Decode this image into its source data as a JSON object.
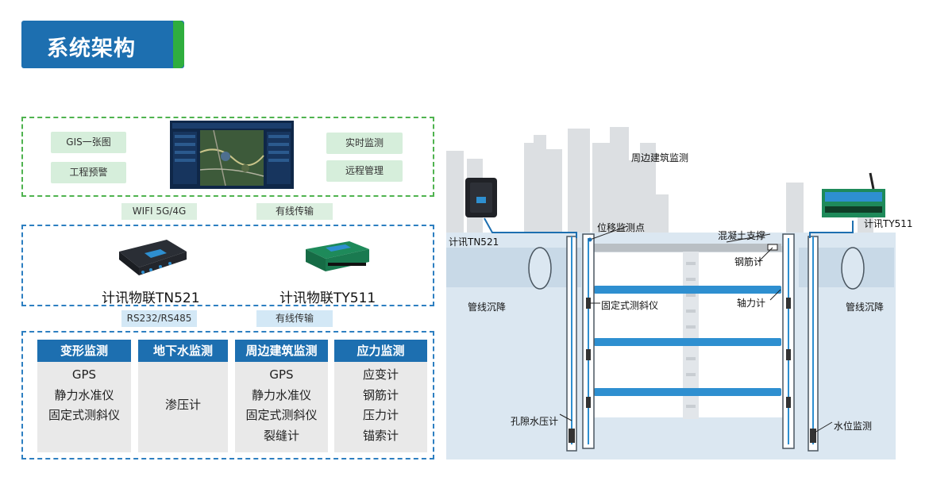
{
  "title": "系统架构",
  "platform": {
    "chips": [
      "GIS一张图",
      "工程预警",
      "实时监测",
      "远程管理"
    ]
  },
  "links": {
    "top_left": "WIFI 5G/4G",
    "top_right": "有线传输",
    "bottom_left": "RS232/RS485",
    "bottom_right": "有线传输"
  },
  "devices": {
    "tn521": "计讯物联TN521",
    "ty511": "计讯物联TY511"
  },
  "categories": [
    {
      "name": "变形监测",
      "items": [
        "GPS",
        "静力水准仪",
        "固定式测斜仪"
      ]
    },
    {
      "name": "地下水监测",
      "items": [
        "渗压计"
      ]
    },
    {
      "name": "周边建筑监测",
      "items": [
        "GPS",
        "静力水准仪",
        "固定式测斜仪",
        "裂缝计"
      ]
    },
    {
      "name": "应力监测",
      "items": [
        "应变计",
        "钢筋计",
        "压力计",
        "锚索计"
      ]
    }
  ],
  "diagram": {
    "building": "周边建筑监测",
    "tn521": "计讯TN521",
    "ty511": "计讯TY511",
    "displacement": "位移监测点",
    "concrete_strut": "混凝土支撑",
    "rebar_meter": "钢筋计",
    "axial_meter": "轴力计",
    "inclinometer": "固定式测斜仪",
    "pipe_left": "管线沉降",
    "pipe_right": "管线沉降",
    "piezometer": "孔隙水压计",
    "water_level": "水位监测"
  },
  "colors": {
    "brand_blue": "#1d6fb0",
    "accent_green": "#2fae3e",
    "ground": "#dbe7f1"
  }
}
